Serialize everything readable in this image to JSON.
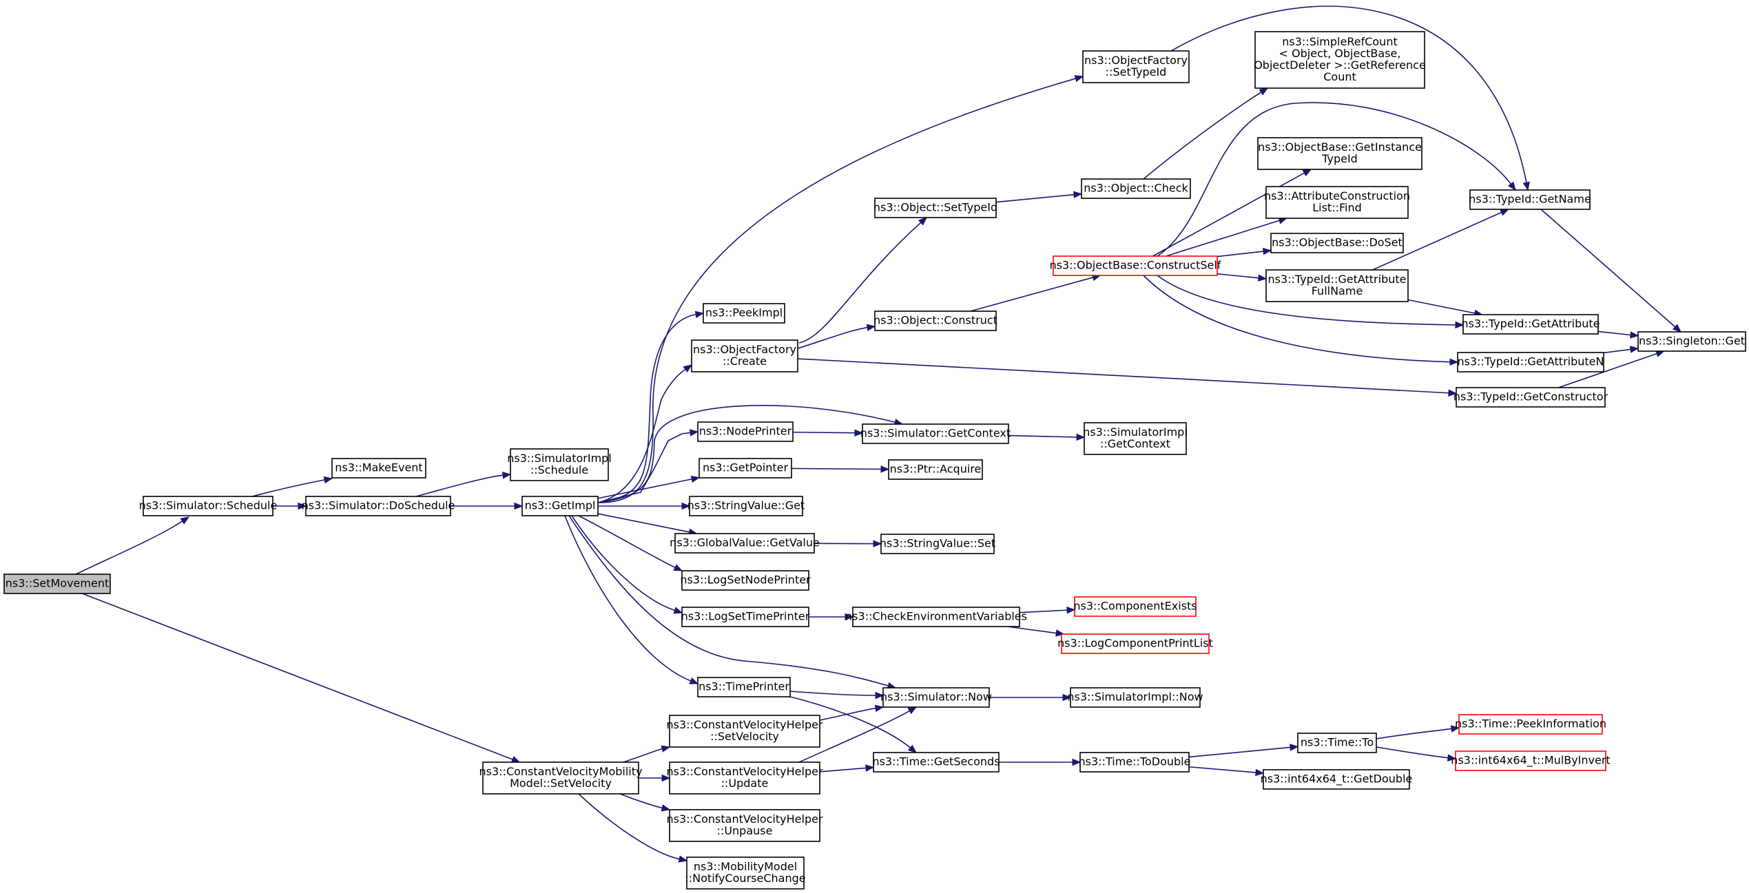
{
  "colors": {
    "edge": "#191970",
    "node_border": "#000000",
    "node_border_truncated": "#ff0000",
    "root_fill": "#bfbfbf",
    "node_fill": "#ffffff"
  },
  "nodes": [
    {
      "id": "SetMovement",
      "lines": [
        "ns3::SetMovement"
      ],
      "style": "root"
    },
    {
      "id": "Schedule",
      "lines": [
        "ns3::Simulator::Schedule"
      ]
    },
    {
      "id": "MakeEvent",
      "lines": [
        "ns3::MakeEvent"
      ]
    },
    {
      "id": "DoSchedule",
      "lines": [
        "ns3::Simulator::DoSchedule"
      ]
    },
    {
      "id": "SimImplSchedule",
      "lines": [
        "ns3::SimulatorImpl",
        "::Schedule"
      ]
    },
    {
      "id": "GetImpl",
      "lines": [
        "ns3::GetImpl"
      ]
    },
    {
      "id": "PeekImpl",
      "lines": [
        "ns3::PeekImpl"
      ]
    },
    {
      "id": "OFCreate",
      "lines": [
        "ns3::ObjectFactory",
        "::Create"
      ]
    },
    {
      "id": "NodePrinter",
      "lines": [
        "ns3::NodePrinter"
      ]
    },
    {
      "id": "GetPointer",
      "lines": [
        "ns3::GetPointer"
      ]
    },
    {
      "id": "StringValueGet",
      "lines": [
        "ns3::StringValue::Get"
      ]
    },
    {
      "id": "GlobalValueGetValue",
      "lines": [
        "ns3::GlobalValue::GetValue"
      ]
    },
    {
      "id": "LogSetNodePrinter",
      "lines": [
        "ns3::LogSetNodePrinter"
      ]
    },
    {
      "id": "LogSetTimePrinter",
      "lines": [
        "ns3::LogSetTimePrinter"
      ]
    },
    {
      "id": "TimePrinter",
      "lines": [
        "ns3::TimePrinter"
      ]
    },
    {
      "id": "OFSetTypeId",
      "lines": [
        "ns3::ObjectFactory",
        "::SetTypeId"
      ]
    },
    {
      "id": "ObjSetTypeId",
      "lines": [
        "ns3::Object::SetTypeId"
      ]
    },
    {
      "id": "ObjConstruct",
      "lines": [
        "ns3::Object::Construct"
      ]
    },
    {
      "id": "SimGetContext",
      "lines": [
        "ns3::Simulator::GetContext"
      ]
    },
    {
      "id": "SimImplGetContext",
      "lines": [
        "ns3::SimulatorImpl",
        "::GetContext"
      ]
    },
    {
      "id": "PtrAcquire",
      "lines": [
        "ns3::Ptr::Acquire"
      ]
    },
    {
      "id": "StringValueSet",
      "lines": [
        "ns3::StringValue::Set"
      ]
    },
    {
      "id": "CheckEnv",
      "lines": [
        "ns3::CheckEnvironmentVariables"
      ]
    },
    {
      "id": "ComponentExists",
      "lines": [
        "ns3::ComponentExists"
      ],
      "style": "truncated"
    },
    {
      "id": "LogComponentPrintList",
      "lines": [
        "ns3::LogComponentPrintList"
      ],
      "style": "truncated"
    },
    {
      "id": "SimNow",
      "lines": [
        "ns3::Simulator::Now"
      ]
    },
    {
      "id": "SimImplNow",
      "lines": [
        "ns3::SimulatorImpl::Now"
      ]
    },
    {
      "id": "ObjCheck",
      "lines": [
        "ns3::Object::Check"
      ]
    },
    {
      "id": "SimpleRefCount",
      "lines": [
        "ns3::SimpleRefCount",
        "< Object, ObjectBase,",
        " ObjectDeleter >::GetReference",
        "Count"
      ]
    },
    {
      "id": "ConstructSelf",
      "lines": [
        "ns3::ObjectBase::ConstructSelf"
      ],
      "style": "truncated"
    },
    {
      "id": "GetInstanceTypeId",
      "lines": [
        "ns3::ObjectBase::GetInstance",
        "TypeId"
      ]
    },
    {
      "id": "ACLFind",
      "lines": [
        "ns3::AttributeConstruction",
        "List::Find"
      ]
    },
    {
      "id": "DoSet",
      "lines": [
        "ns3::ObjectBase::DoSet"
      ]
    },
    {
      "id": "GetAttributeFullName",
      "lines": [
        "ns3::TypeId::GetAttribute",
        "FullName"
      ]
    },
    {
      "id": "TypeIdGetName",
      "lines": [
        "ns3::TypeId::GetName"
      ]
    },
    {
      "id": "TypeIdGetAttribute",
      "lines": [
        "ns3::TypeId::GetAttribute"
      ]
    },
    {
      "id": "TypeIdGetAttributeN",
      "lines": [
        "ns3::TypeId::GetAttributeN"
      ]
    },
    {
      "id": "TypeIdGetConstructor",
      "lines": [
        "ns3::TypeId::GetConstructor"
      ]
    },
    {
      "id": "SingletonGet",
      "lines": [
        "ns3::Singleton::Get"
      ]
    },
    {
      "id": "CVMMSetVelocity",
      "lines": [
        "ns3::ConstantVelocityMobility",
        "Model::SetVelocity"
      ]
    },
    {
      "id": "CVHSetVelocity",
      "lines": [
        "ns3::ConstantVelocityHelper",
        "::SetVelocity"
      ]
    },
    {
      "id": "CVHUpdate",
      "lines": [
        "ns3::ConstantVelocityHelper",
        "::Update"
      ]
    },
    {
      "id": "CVHUnpause",
      "lines": [
        "ns3::ConstantVelocityHelper",
        "::Unpause"
      ]
    },
    {
      "id": "NotifyCourseChange",
      "lines": [
        "ns3::MobilityModel",
        "::NotifyCourseChange"
      ]
    },
    {
      "id": "TimeGetSeconds",
      "lines": [
        "ns3::Time::GetSeconds"
      ]
    },
    {
      "id": "TimeToDouble",
      "lines": [
        "ns3::Time::ToDouble"
      ]
    },
    {
      "id": "TimeTo",
      "lines": [
        "ns3::Time::To"
      ]
    },
    {
      "id": "PeekInformation",
      "lines": [
        "ns3::Time::PeekInformation"
      ],
      "style": "truncated"
    },
    {
      "id": "MulByInvert",
      "lines": [
        "ns3::int64x64_t::MulByInvert"
      ],
      "style": "truncated"
    },
    {
      "id": "GetDouble",
      "lines": [
        "ns3::int64x64_t::GetDouble"
      ]
    }
  ],
  "edges": [
    [
      "SetMovement",
      "Schedule"
    ],
    [
      "SetMovement",
      "CVMMSetVelocity"
    ],
    [
      "Schedule",
      "MakeEvent"
    ],
    [
      "Schedule",
      "DoSchedule"
    ],
    [
      "DoSchedule",
      "SimImplSchedule"
    ],
    [
      "DoSchedule",
      "GetImpl"
    ],
    [
      "GetImpl",
      "OFSetTypeId"
    ],
    [
      "GetImpl",
      "PeekImpl"
    ],
    [
      "GetImpl",
      "OFCreate"
    ],
    [
      "GetImpl",
      "SimGetContext"
    ],
    [
      "GetImpl",
      "NodePrinter"
    ],
    [
      "GetImpl",
      "GetPointer"
    ],
    [
      "GetImpl",
      "StringValueGet"
    ],
    [
      "GetImpl",
      "GlobalValueGetValue"
    ],
    [
      "GetImpl",
      "LogSetNodePrinter"
    ],
    [
      "GetImpl",
      "LogSetTimePrinter"
    ],
    [
      "GetImpl",
      "TimePrinter"
    ],
    [
      "GetImpl",
      "SimNow"
    ],
    [
      "OFSetTypeId",
      "TypeIdGetName"
    ],
    [
      "OFCreate",
      "ObjSetTypeId"
    ],
    [
      "OFCreate",
      "ObjConstruct"
    ],
    [
      "OFCreate",
      "TypeIdGetConstructor"
    ],
    [
      "ObjSetTypeId",
      "ObjCheck"
    ],
    [
      "ObjCheck",
      "SimpleRefCount"
    ],
    [
      "ObjConstruct",
      "ConstructSelf"
    ],
    [
      "ConstructSelf",
      "GetInstanceTypeId"
    ],
    [
      "ConstructSelf",
      "ACLFind"
    ],
    [
      "ConstructSelf",
      "DoSet"
    ],
    [
      "ConstructSelf",
      "GetAttributeFullName"
    ],
    [
      "ConstructSelf",
      "TypeIdGetName"
    ],
    [
      "ConstructSelf",
      "TypeIdGetAttribute"
    ],
    [
      "ConstructSelf",
      "TypeIdGetAttributeN"
    ],
    [
      "GetAttributeFullName",
      "TypeIdGetName"
    ],
    [
      "GetAttributeFullName",
      "TypeIdGetAttribute"
    ],
    [
      "TypeIdGetName",
      "SingletonGet"
    ],
    [
      "TypeIdGetAttribute",
      "SingletonGet"
    ],
    [
      "TypeIdGetAttributeN",
      "SingletonGet"
    ],
    [
      "TypeIdGetConstructor",
      "SingletonGet"
    ],
    [
      "NodePrinter",
      "SimGetContext"
    ],
    [
      "SimGetContext",
      "SimImplGetContext"
    ],
    [
      "GetPointer",
      "PtrAcquire"
    ],
    [
      "GlobalValueGetValue",
      "StringValueSet"
    ],
    [
      "LogSetTimePrinter",
      "CheckEnv"
    ],
    [
      "CheckEnv",
      "ComponentExists"
    ],
    [
      "CheckEnv",
      "LogComponentPrintList"
    ],
    [
      "TimePrinter",
      "SimNow"
    ],
    [
      "TimePrinter",
      "TimeGetSeconds"
    ],
    [
      "SimNow",
      "SimImplNow"
    ],
    [
      "CVMMSetVelocity",
      "CVHSetVelocity"
    ],
    [
      "CVMMSetVelocity",
      "CVHUpdate"
    ],
    [
      "CVMMSetVelocity",
      "CVHUnpause"
    ],
    [
      "CVMMSetVelocity",
      "NotifyCourseChange"
    ],
    [
      "CVHSetVelocity",
      "SimNow"
    ],
    [
      "CVHUpdate",
      "SimNow"
    ],
    [
      "CVHUpdate",
      "TimeGetSeconds"
    ],
    [
      "TimeGetSeconds",
      "TimeToDouble"
    ],
    [
      "TimeToDouble",
      "TimeTo"
    ],
    [
      "TimeToDouble",
      "GetDouble"
    ],
    [
      "TimeTo",
      "PeekInformation"
    ],
    [
      "TimeTo",
      "MulByInvert"
    ]
  ]
}
